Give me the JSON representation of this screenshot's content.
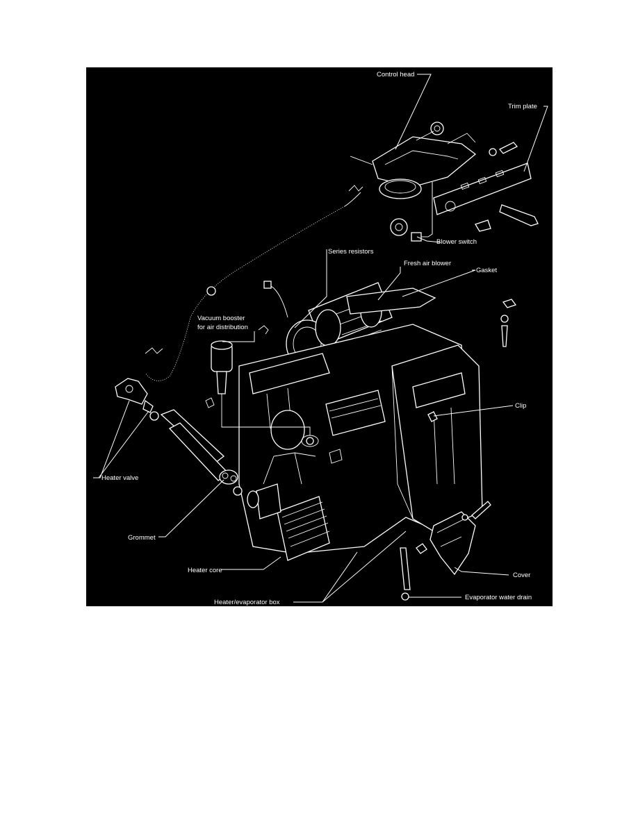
{
  "figure": {
    "labels": {
      "control_head": "Control head",
      "trim_plate": "Trim plate",
      "blower_switch": "Blower switch",
      "series_resistors": "Series resistors",
      "fresh_air_blower": "Fresh air blower",
      "gasket": "Gasket",
      "vacuum_booster_1": "Vacuum booster",
      "vacuum_booster_2": "for air distribution",
      "clip": "Clip",
      "heater_valve": "Heater valve",
      "grommet": "Grommet",
      "heater_core": "Heater core",
      "cover": "Cover",
      "heater_evaporator_box": "Heater/evaporator box",
      "evaporator_water_drain": "Evaporator water drain"
    },
    "colors": {
      "background": "#000000",
      "ink": "#ffffff",
      "page": "#ffffff"
    }
  }
}
